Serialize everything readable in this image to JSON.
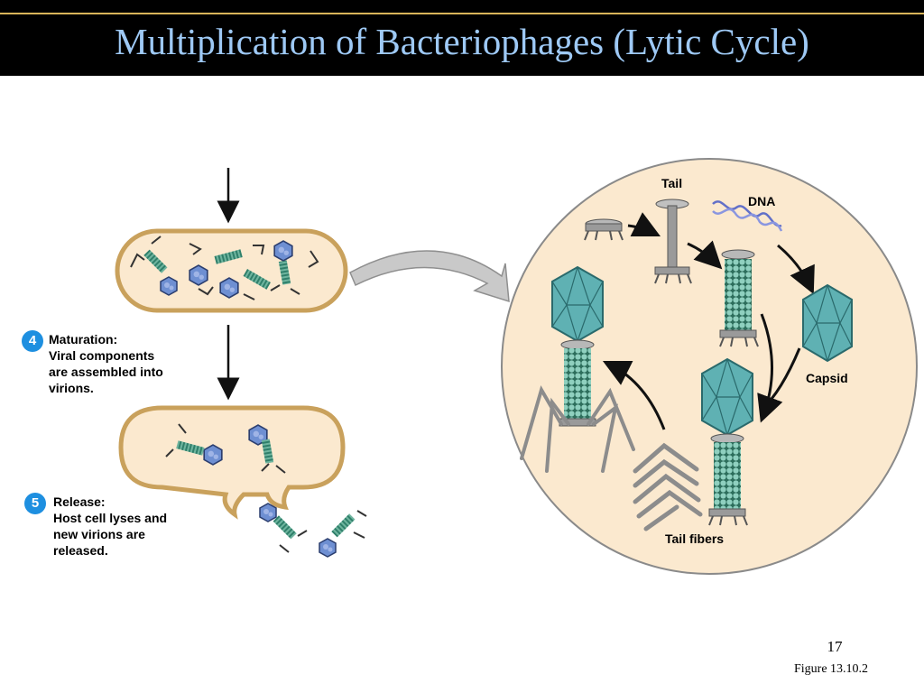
{
  "title": "Multiplication of Bacteriophages (Lytic Cycle)",
  "steps": [
    {
      "number": "4",
      "heading": "Maturation:",
      "lines": [
        "Viral components",
        "are assembled into",
        "virions."
      ]
    },
    {
      "number": "5",
      "heading": "Release:",
      "lines": [
        "Host cell lyses and",
        "new virions are",
        "released."
      ]
    }
  ],
  "labels": {
    "tail": "Tail",
    "dna": "DNA",
    "capsid": "Capsid",
    "tail_fibers": "Tail fibers"
  },
  "footer": {
    "slide_number": "17",
    "figure_ref": "Figure 13.10.2"
  },
  "colors": {
    "title_bg": "#000000",
    "title_text": "#9ec9f5",
    "accent_line": "#d9b55a",
    "cell_fill": "#fbe9cf",
    "cell_border": "#c9a15c",
    "capsid": "#5fb1b3",
    "phage_tail": "#2f7f6a",
    "badge": "#1e8fe0"
  },
  "icons": [
    "phage-icon",
    "capsid-icon",
    "dna-helix-icon",
    "tail-fiber-icon",
    "arrow-icon"
  ]
}
